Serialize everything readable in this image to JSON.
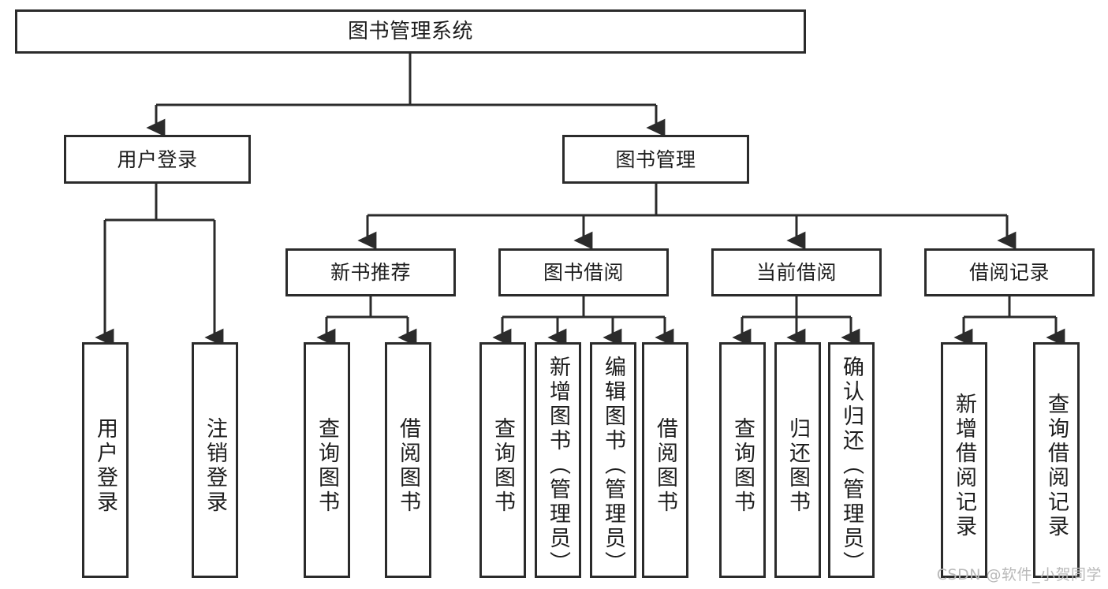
{
  "diagram": {
    "title": "图书管理系统",
    "type": "tree",
    "watermark": "CSDN @软件_小贺同学",
    "colors": {
      "stroke": "#2b2b2b",
      "fill": "#ffffff",
      "text": "#1d1d1d",
      "watermark": "#b9b9b9"
    },
    "nodes": {
      "root": {
        "label": "图书管理系统"
      },
      "level2": [
        {
          "label": "用户登录"
        },
        {
          "label": "图书管理"
        }
      ],
      "level3": [
        {
          "label": "新书推荐"
        },
        {
          "label": "图书借阅"
        },
        {
          "label": "当前借阅"
        },
        {
          "label": "借阅记录"
        }
      ],
      "leaves": {
        "user_login": [
          {
            "label": "用户登录"
          },
          {
            "label": "注销登录"
          }
        ],
        "new_book": [
          {
            "label": "查询图书"
          },
          {
            "label": "借阅图书"
          }
        ],
        "borrow_book": [
          {
            "label": "查询图书"
          },
          {
            "label": "新增图书（管理员）"
          },
          {
            "label": "编辑图书（管理员）"
          },
          {
            "label": "借阅图书"
          }
        ],
        "current_borrow": [
          {
            "label": "查询图书"
          },
          {
            "label": "归还图书"
          },
          {
            "label": "确认归还（管理员）"
          }
        ],
        "borrow_record": [
          {
            "label": "新增借阅记录"
          },
          {
            "label": "查询借阅记录"
          }
        ]
      }
    }
  }
}
